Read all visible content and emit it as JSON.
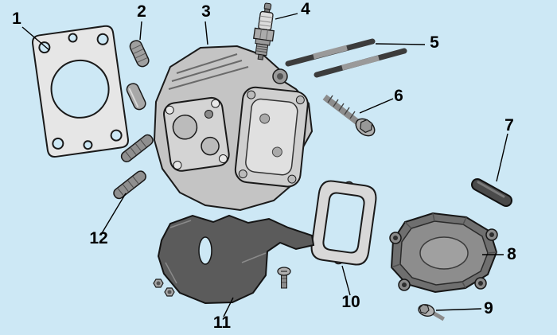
{
  "diagram": {
    "callouts": [
      {
        "label": "1"
      },
      {
        "label": "2"
      },
      {
        "label": "3"
      },
      {
        "label": "4"
      },
      {
        "label": "5"
      },
      {
        "label": "6"
      },
      {
        "label": "7"
      },
      {
        "label": "8"
      },
      {
        "label": "9"
      },
      {
        "label": "10"
      },
      {
        "label": "11"
      },
      {
        "label": "12"
      }
    ]
  },
  "colors": {
    "background": "#cde8f5",
    "leader_line": "#000000",
    "callout_text": "#000000",
    "part_outline": "#1a1a1a",
    "part_light": "#e4e4e4",
    "part_mid": "#b0b0b0",
    "part_dark": "#5b5b5b"
  }
}
